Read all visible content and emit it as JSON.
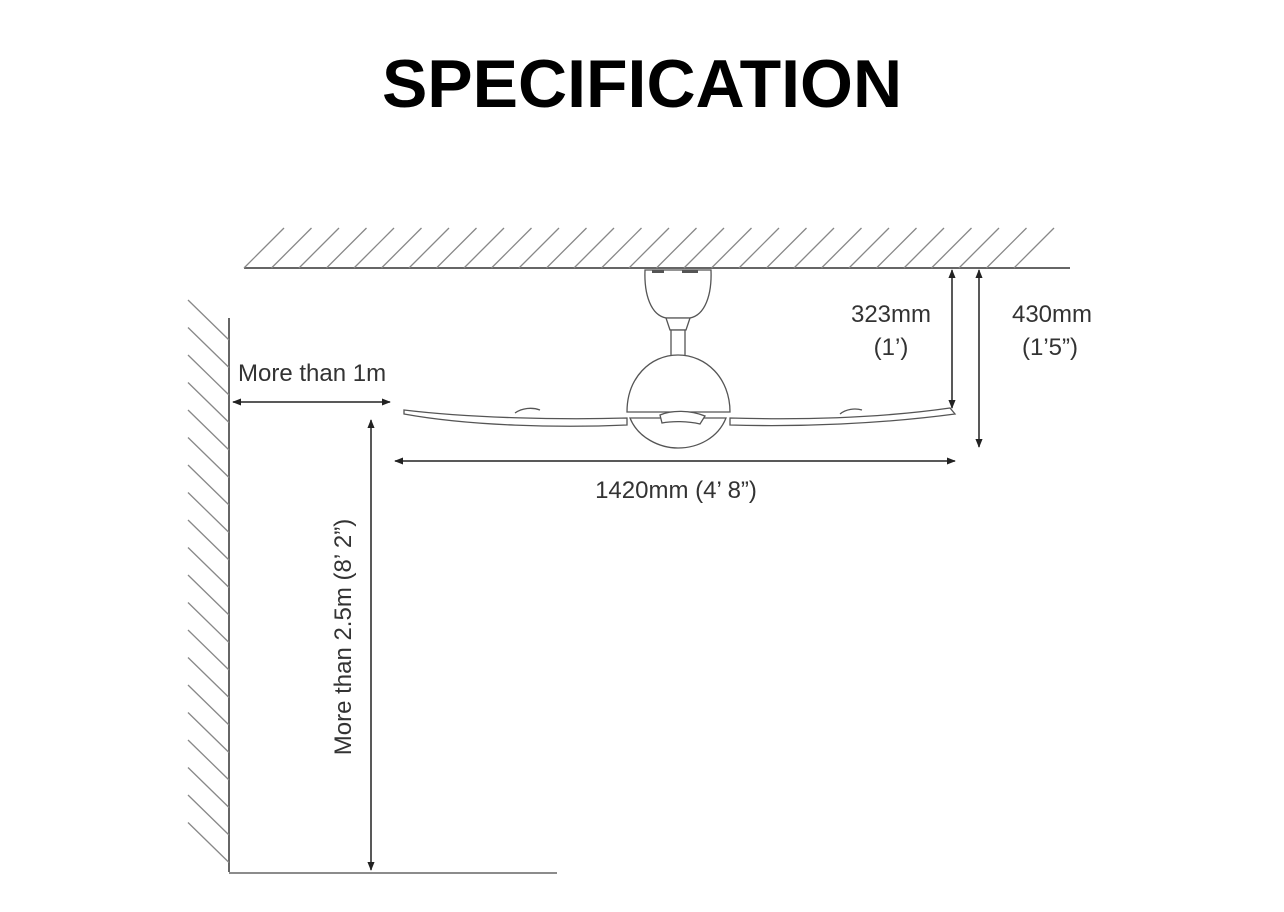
{
  "title": "SPECIFICATION",
  "dimensions": {
    "wall_clearance": "More than 1m",
    "floor_clearance": "More than 2.5m (8’ 2”)",
    "blade_span": "1420mm  (4’ 8”)",
    "drop_to_blade_mm": "323mm",
    "drop_to_blade_imperial": "(1’)",
    "total_height_mm": "430mm",
    "total_height_imperial": "(1’5”)"
  }
}
